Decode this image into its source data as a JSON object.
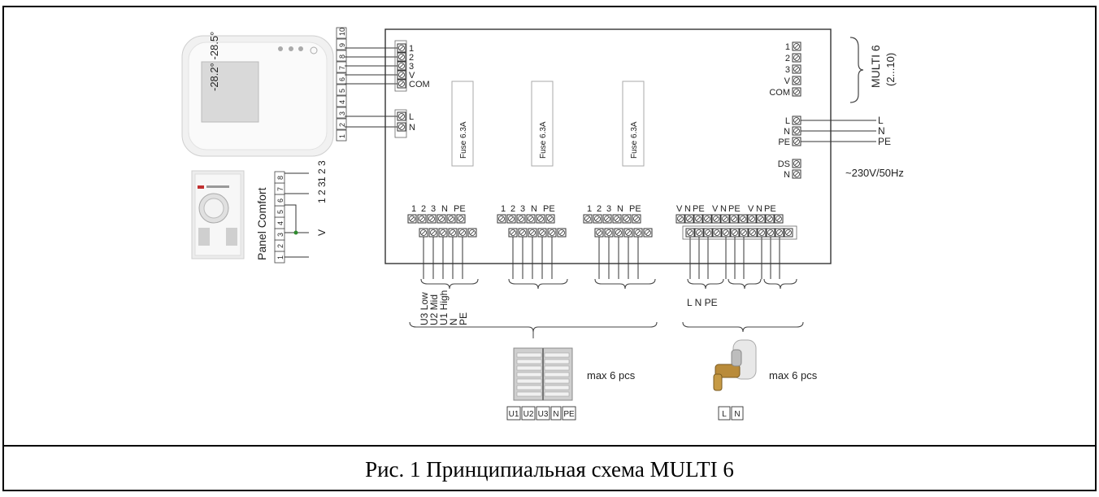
{
  "left_terminals": {
    "signals": [
      "1",
      "2",
      "3",
      "V",
      "COM"
    ],
    "power": [
      "L",
      "N"
    ]
  },
  "right_terminals": {
    "multi_bus": [
      "1",
      "2",
      "3",
      "V",
      "COM"
    ],
    "power": [
      "L",
      "N",
      "PE"
    ],
    "ds": [
      "DS",
      "N"
    ]
  },
  "multi_label": "MULTI 6",
  "multi_range": "(2...10)",
  "power_wires": [
    "L",
    "N",
    "PE"
  ],
  "supply_label": "~230V/50Hz",
  "fuse_label": "Fuse 6.3A",
  "fan_terminal_header": [
    "1",
    "2",
    "3",
    "N",
    "PE"
  ],
  "valve_terminal_header": [
    "V",
    "N",
    "PE"
  ],
  "fan_wire_labels": [
    "U3 Low",
    "U2 Mid",
    "U1 High",
    "N",
    "PE"
  ],
  "valve_wire_labels": "L N PE",
  "max_label": "max 6 pcs",
  "heater_connector": [
    "U1",
    "U2",
    "U3",
    "N",
    "PE"
  ],
  "valve_connector": [
    "L",
    "N"
  ],
  "panel_comfort_label": "Panel Comfort",
  "panel_comfort_numbers": [
    "1",
    "2",
    "3",
    "4",
    "5",
    "6",
    "7",
    "8"
  ],
  "panel_comfort_side": {
    "top": "1 2 3",
    "mid": "1 2 3",
    "v": "V"
  },
  "thermostat_numbers": [
    "1",
    "2",
    "3",
    "4",
    "5",
    "6",
    "7",
    "8",
    "9",
    "10"
  ],
  "caption": "Рис. 1 Принципиальная схема MULTI 6"
}
